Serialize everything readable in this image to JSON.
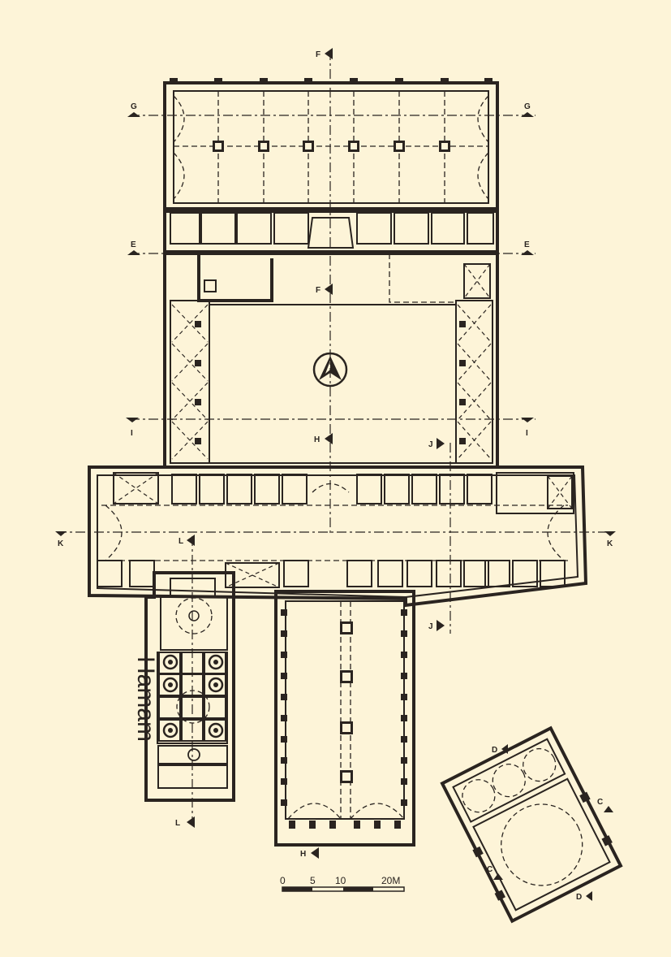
{
  "labels": {
    "hamam": "Hamam"
  },
  "scale_bar": {
    "ticks": [
      "0",
      "5",
      "10",
      "20M"
    ]
  },
  "section_markers": {
    "F": "F",
    "G": "G",
    "E": "E",
    "I": "I",
    "H": "H",
    "J": "J",
    "K": "K",
    "L": "L",
    "C": "C",
    "D": "D"
  },
  "icons": {
    "north_arrow": "north-arrow-icon"
  },
  "colors": {
    "background": "#fdf4d8",
    "ink": "#2a2420"
  }
}
